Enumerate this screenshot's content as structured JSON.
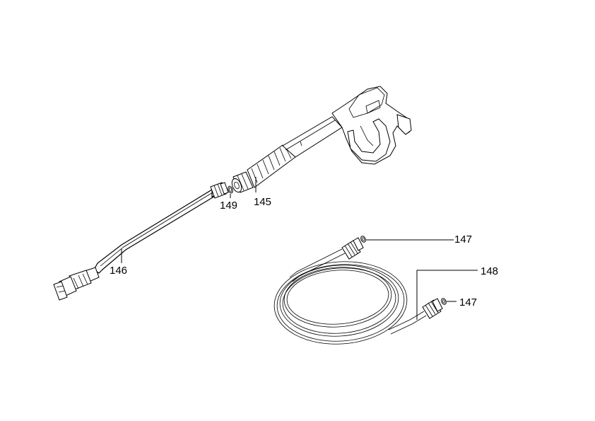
{
  "parts": [
    {
      "id": "p145",
      "label": "145"
    },
    {
      "id": "p146",
      "label": "146"
    },
    {
      "id": "p147a",
      "label": "147"
    },
    {
      "id": "p147b",
      "label": "147"
    },
    {
      "id": "p148",
      "label": "148"
    },
    {
      "id": "p149",
      "label": "149"
    }
  ]
}
